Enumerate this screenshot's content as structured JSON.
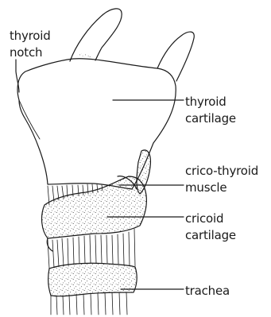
{
  "labels": {
    "thyroid_notch": [
      "thyroid",
      "notch"
    ],
    "thyroid_cartilage": [
      "thyroid",
      "cartilage"
    ],
    "crico_thyroid_muscle": [
      "crico-thyroid",
      "muscle"
    ],
    "cricoid_cartilage": [
      "cricoid",
      "cartilage"
    ],
    "trachea": "trachea"
  },
  "colors": {
    "ink": "#1a1a1a",
    "background": "#ffffff"
  }
}
